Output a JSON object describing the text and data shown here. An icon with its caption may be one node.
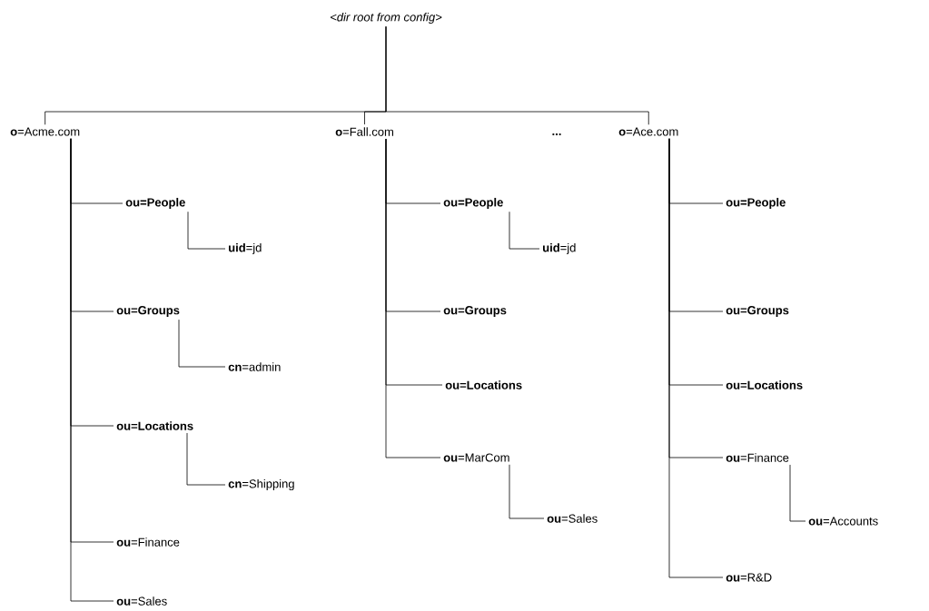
{
  "diagram": {
    "nodes": [
      {
        "text": [
          "<dir root from config>"
        ]
      },
      {
        "text": [
          "**o**=Acme.com"
        ]
      },
      {
        "text": [
          "**ou=People**"
        ]
      },
      {
        "text": [
          "**uid**=jd"
        ]
      },
      {
        "text": [
          "**ou=Groups**"
        ]
      },
      {
        "text": [
          "**cn**=admin"
        ]
      },
      {
        "text": [
          "**ou=Locations**"
        ]
      },
      {
        "text": [
          "**cn**=Shipping"
        ]
      },
      {
        "text": [
          "**ou**=Finance"
        ]
      },
      {
        "text": [
          "**ou**=Sales"
        ]
      },
      {
        "text": [
          "**o**=Fall.com"
        ]
      },
      {
        "text": [
          "**ou=People**"
        ]
      },
      {
        "text": [
          "**uid**=jd"
        ]
      },
      {
        "text": [
          "**ou=Groups**"
        ]
      },
      {
        "text": [
          "**ou=Locations**"
        ]
      },
      {
        "text": [
          "**ou**=MarCom"
        ]
      },
      {
        "text": [
          "**ou**=Sales"
        ]
      },
      {
        "text": [
          "**o**=Ace.com"
        ]
      },
      {
        "text": [
          "**ou=People**"
        ]
      },
      {
        "text": [
          "**ou=Groups**"
        ]
      },
      {
        "text": [
          "**ou=Locations**"
        ]
      },
      {
        "text": [
          "**ou**=Finance"
        ]
      },
      {
        "text": [
          "**ou**=Accounts"
        ]
      },
      {
        "text": [
          "**ou**=R&D"
        ]
      }
    ],
    "edges": [
      {
        "from": 0,
        "to": 1,
        "arrow": "none"
      },
      {
        "from": 0,
        "to": 10,
        "arrow": "none"
      },
      {
        "from": 0,
        "to": 17,
        "arrow": "none"
      },
      {
        "from": 1,
        "to": 2,
        "arrow": "none"
      },
      {
        "from": 2,
        "to": 3,
        "arrow": "none"
      },
      {
        "from": 1,
        "to": 4,
        "arrow": "none"
      },
      {
        "from": 4,
        "to": 5,
        "arrow": "none"
      },
      {
        "from": 1,
        "to": 6,
        "arrow": "none"
      },
      {
        "from": 6,
        "to": 7,
        "arrow": "none"
      },
      {
        "from": 1,
        "to": 8,
        "arrow": "none"
      },
      {
        "from": 1,
        "to": 9,
        "arrow": "none"
      },
      {
        "from": 10,
        "to": 11,
        "arrow": "none"
      },
      {
        "from": 11,
        "to": 12,
        "arrow": "none"
      },
      {
        "from": 10,
        "to": 13,
        "arrow": "none"
      },
      {
        "from": 10,
        "to": 14,
        "arrow": "none"
      },
      {
        "from": 10,
        "to": 15,
        "arrow": "none"
      },
      {
        "from": 15,
        "to": 16,
        "arrow": "none"
      },
      {
        "from": 17,
        "to": 18,
        "arrow": "none"
      },
      {
        "from": 17,
        "to": 19,
        "arrow": "none"
      },
      {
        "from": 17,
        "to": 20,
        "arrow": "none"
      },
      {
        "from": 17,
        "to": 21,
        "arrow": "none"
      },
      {
        "from": 21,
        "to": 22,
        "arrow": "none"
      },
      {
        "from": 17,
        "to": 23,
        "arrow": "none"
      }
    ],
    "labels": [
      "..."
    ]
  }
}
